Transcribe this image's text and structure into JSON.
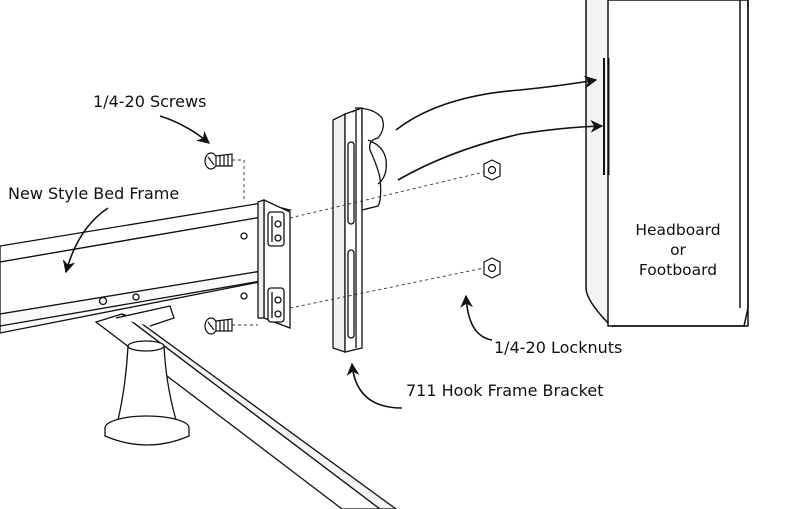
{
  "labels": {
    "screws": "1/4-20 Screws",
    "bed_frame": "New Style Bed Frame",
    "headboard_line1": "Headboard",
    "headboard_line2": "or",
    "headboard_line3": "Footboard",
    "locknuts": "1/4-20 Locknuts",
    "bracket": "711 Hook Frame Bracket"
  },
  "colors": {
    "ink": "#111111",
    "background": "#ffffff",
    "panel_shade": "#e9e9e9"
  }
}
